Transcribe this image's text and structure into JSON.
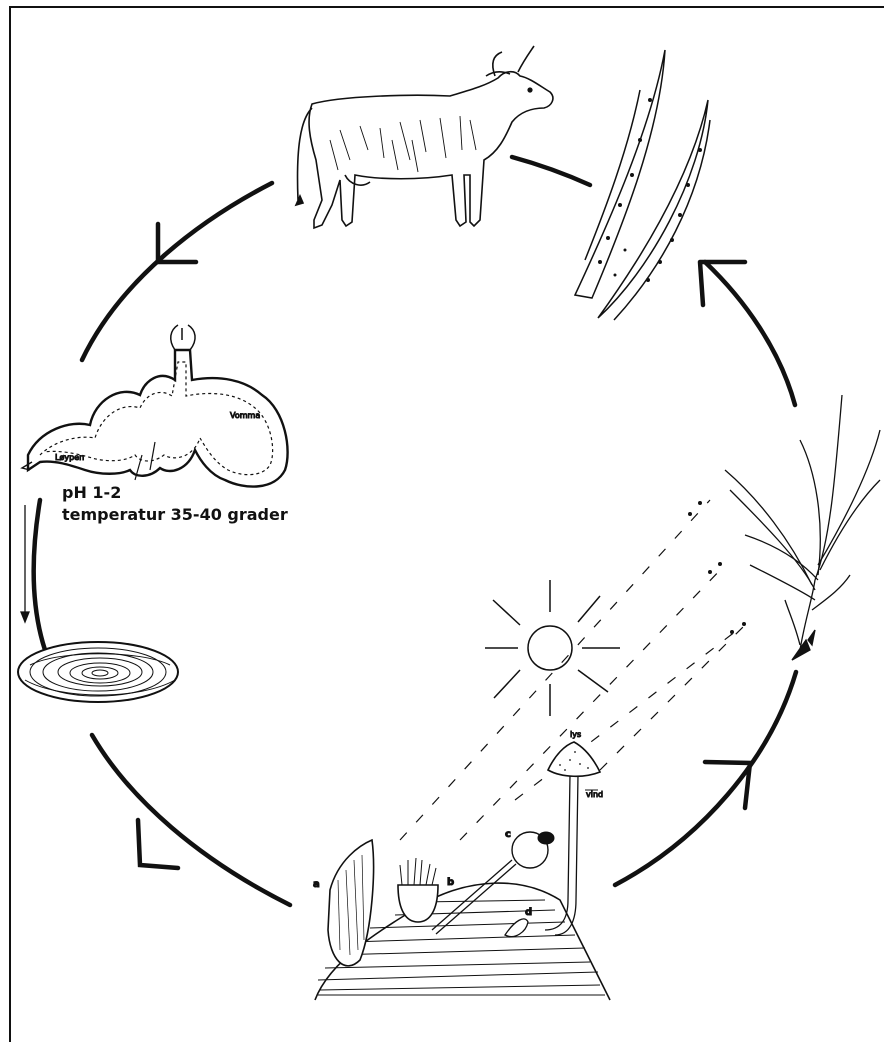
{
  "labels": {
    "ph": "pH 1-2",
    "temperature": "temperatur 35-40 grader",
    "vomma": "Vomma",
    "loypen": "Løypen",
    "a": "a",
    "b": "b",
    "c": "c",
    "d": "d",
    "lys": "lys",
    "vind": "vind"
  },
  "colors": {
    "ink": "#111111",
    "paper": "#ffffff"
  },
  "icons": [
    "cow-icon",
    "grass-blades-icon",
    "grass-plant-icon",
    "sun-icon",
    "stomach-icon",
    "dung-pat-icon",
    "fungus-icon"
  ]
}
